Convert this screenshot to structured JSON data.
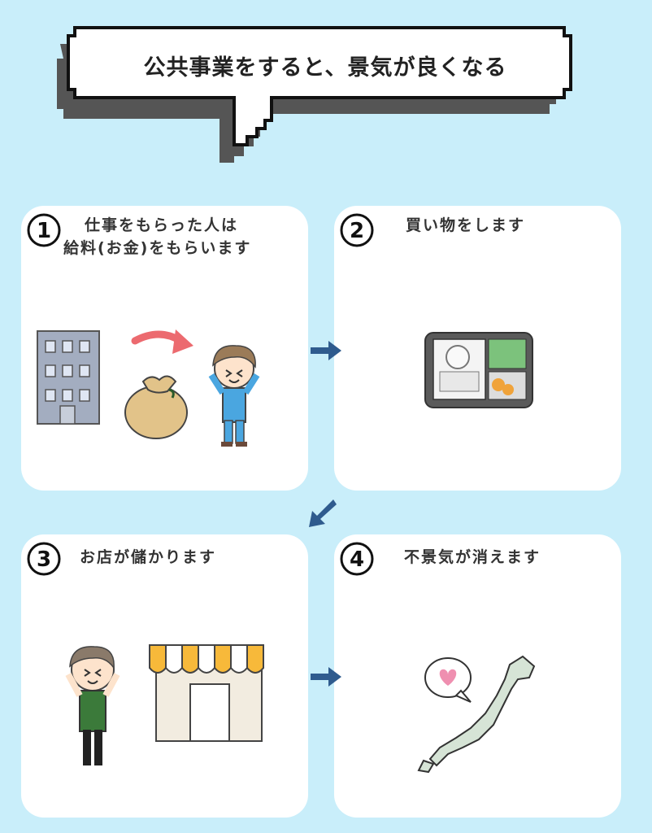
{
  "title": "公共事業をすると、景気が良くなる",
  "steps": [
    {
      "number": "1",
      "text_line1": "仕事をもらった人は",
      "text_line2": "給料(お金)をもらいます"
    },
    {
      "number": "2",
      "text_line1": "買い物をします"
    },
    {
      "number": "3",
      "text_line1": "お店が儲かります"
    },
    {
      "number": "4",
      "text_line1": "不景気が消えます"
    }
  ],
  "colors": {
    "background": "#c9eefa",
    "panel": "#ffffff",
    "arrow": "#2f5b8e",
    "building": "#a3adc0",
    "money_bag": "#e2c389",
    "curved_arrow": "#ec6a6f",
    "shirt_blue": "#4aa6e0",
    "apron_green": "#3b7a3a",
    "awning_yellow": "#f7b93a",
    "japan_map": "#d6e4d6"
  },
  "icons": [
    "office-building-icon",
    "money-bag-icon",
    "curved-arrow-icon",
    "person-cheering-icon",
    "bento-box-icon",
    "shopkeeper-icon",
    "shop-icon",
    "heart-speech-bubble-icon",
    "japan-map-icon",
    "right-arrow-icon",
    "down-left-arrow-icon"
  ]
}
